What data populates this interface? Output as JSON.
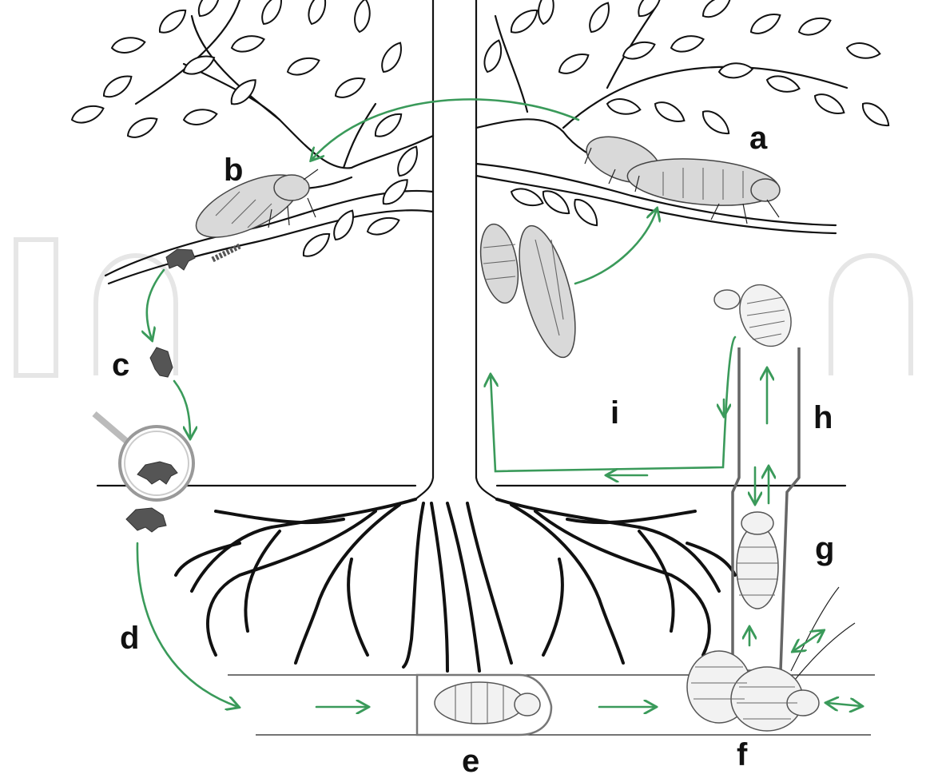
{
  "stage_labels": {
    "a": "a",
    "b": "b",
    "c": "c",
    "d": "d",
    "e": "e",
    "f": "f",
    "g": "g",
    "h": "h",
    "i": "i"
  },
  "colors": {
    "arrow": "#3a9a5a",
    "line": "#111111",
    "insect": "#d9d9d9",
    "nymph": "#555555",
    "watermark": "#e6e6e6"
  },
  "icons": {
    "magnifier": "magnifying-glass-icon",
    "arrow": "arrow-icon"
  }
}
